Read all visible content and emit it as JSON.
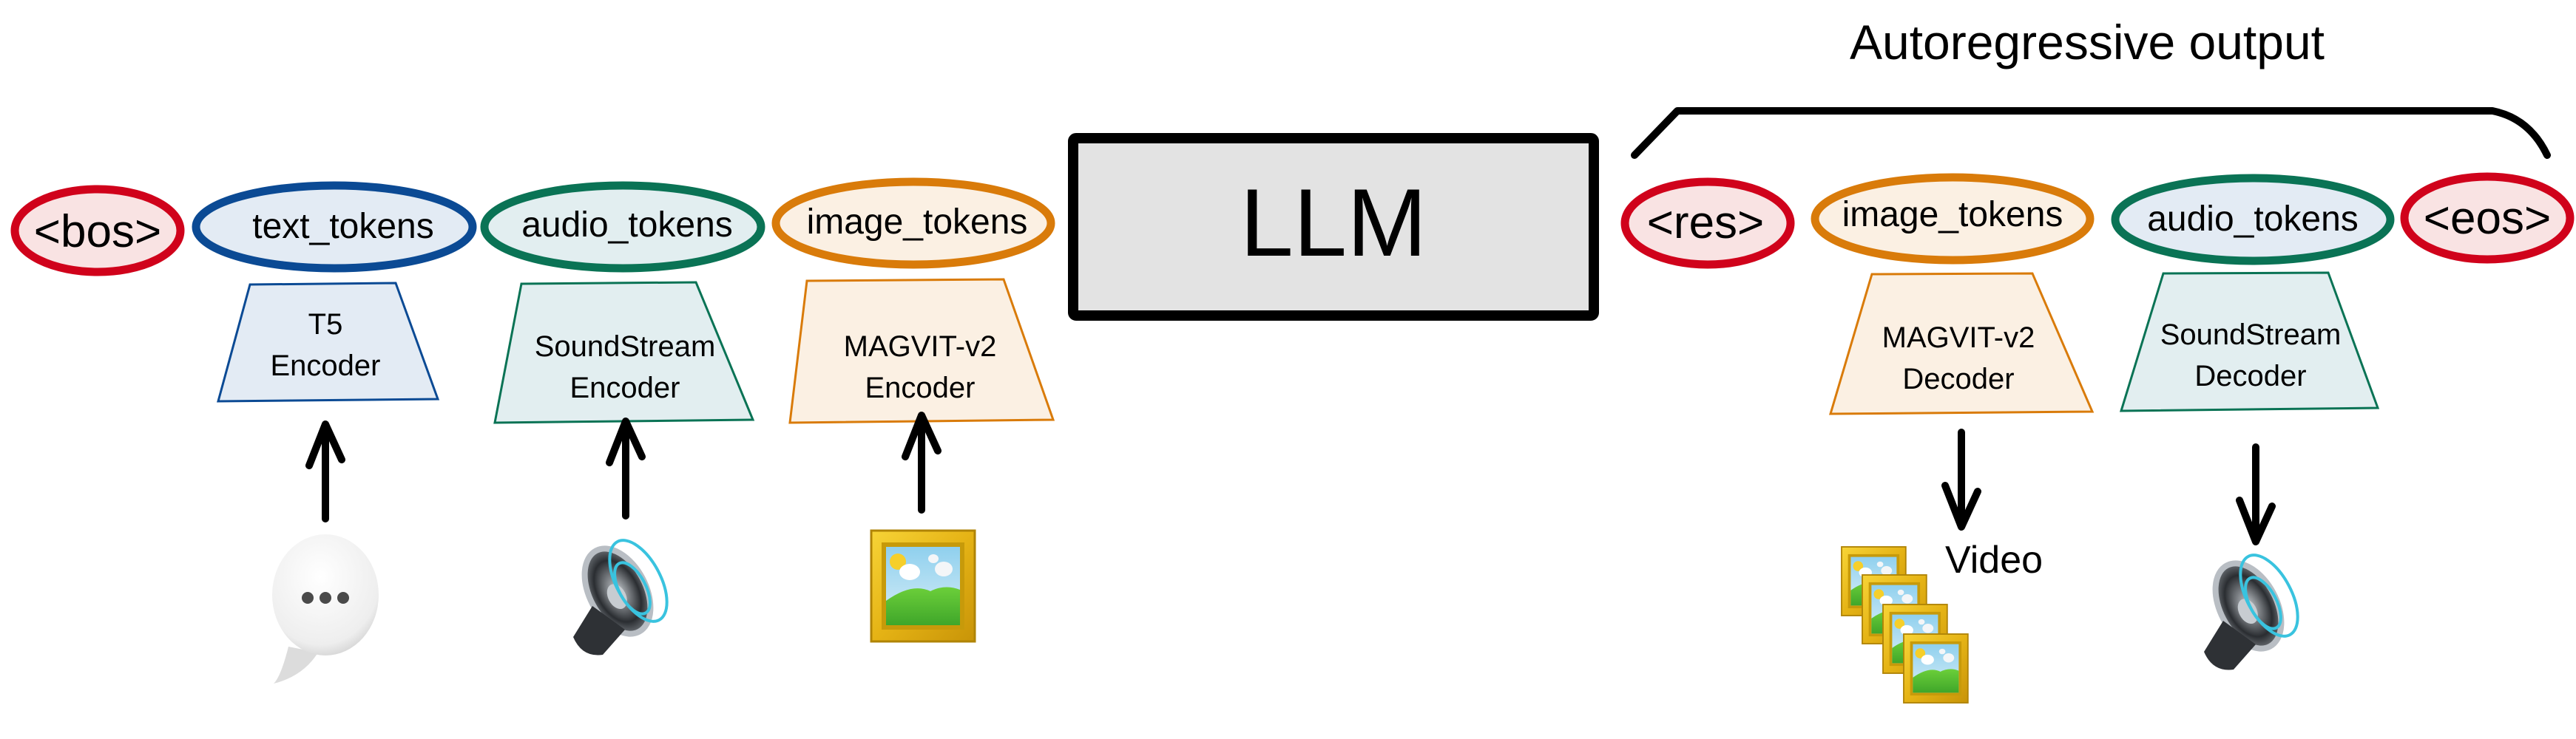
{
  "title": "Autoregressive output",
  "llm": {
    "label": "LLM"
  },
  "colors": {
    "special_stroke": "#d0021b",
    "special_fill": "#f9e3e3",
    "text_stroke": "#0b4a94",
    "text_fill": "#e3ebf4",
    "audio_stroke": "#0a7355",
    "audio_fill": "#e2eef0",
    "image_stroke": "#d97b0a",
    "image_fill": "#fbf0e3",
    "llm_fill": "#e3e3e3",
    "llm_stroke": "#000000"
  },
  "input_tokens": [
    {
      "label": "<bos>",
      "kind": "special"
    },
    {
      "label": "text_tokens",
      "kind": "text"
    },
    {
      "label": "audio_tokens",
      "kind": "audio"
    },
    {
      "label": "image_tokens",
      "kind": "image"
    }
  ],
  "encoders": [
    {
      "line1": "T5",
      "line2": "Encoder",
      "kind": "text"
    },
    {
      "line1": "SoundStream",
      "line2": "Encoder",
      "kind": "audio"
    },
    {
      "line1": "MAGVIT-v2",
      "line2": "Encoder",
      "kind": "image"
    }
  ],
  "input_icons": [
    {
      "name": "speech-bubble-icon",
      "glyph": "💬"
    },
    {
      "name": "speaker-icon",
      "glyph": "🔊"
    },
    {
      "name": "framed-picture-icon",
      "glyph": "🖼"
    }
  ],
  "output_tokens": [
    {
      "label": "<res>",
      "kind": "special"
    },
    {
      "label": "image_tokens",
      "kind": "image"
    },
    {
      "label": "audio_tokens",
      "kind": "audio"
    },
    {
      "label": "<eos>",
      "kind": "special"
    }
  ],
  "decoders": [
    {
      "line1": "MAGVIT-v2",
      "line2": "Decoder",
      "kind": "image"
    },
    {
      "line1": "SoundStream",
      "line2": "Decoder",
      "kind": "audio"
    }
  ],
  "output_icons": [
    {
      "name": "video-frames-icon",
      "caption": "Video"
    },
    {
      "name": "speaker-icon"
    }
  ]
}
